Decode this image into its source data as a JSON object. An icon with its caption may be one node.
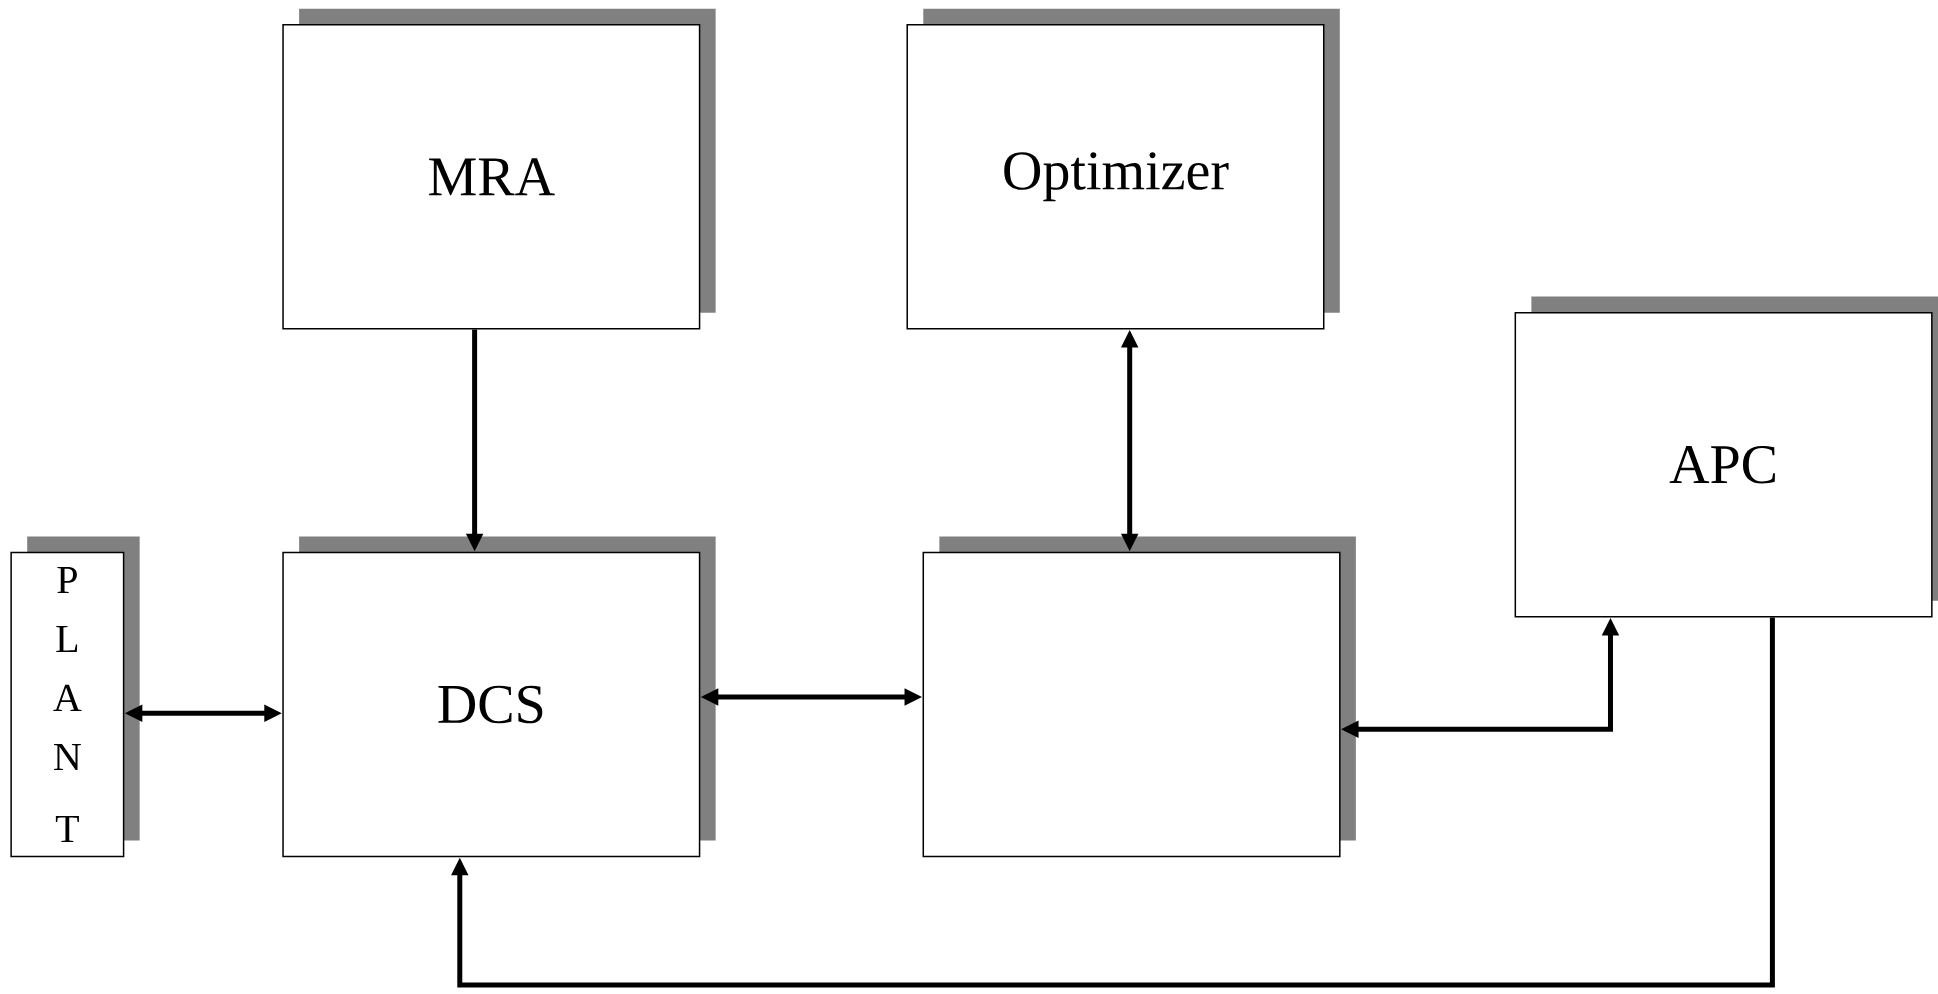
{
  "diagram": {
    "nodes": [
      {
        "text": [
          "MRA"
        ]
      },
      {
        "text": [
          "Optimizer"
        ]
      },
      {
        "text": [
          "APC"
        ]
      },
      {
        "text": [
          "PLANT"
        ]
      },
      {
        "text": [
          "DCS"
        ]
      },
      {
        "text": [],
        "shape": "box"
      }
    ],
    "edges": [
      {
        "from": 0,
        "to": 4,
        "arrow": "to"
      },
      {
        "from": 1,
        "to": 5,
        "arrow": "both"
      },
      {
        "from": 3,
        "to": 4,
        "arrow": "both"
      },
      {
        "from": 4,
        "to": 5,
        "arrow": "both"
      },
      {
        "from": 5,
        "to": 2,
        "arrow": "both"
      },
      {
        "from": 2,
        "to": 4,
        "arrow": "to"
      }
    ]
  }
}
